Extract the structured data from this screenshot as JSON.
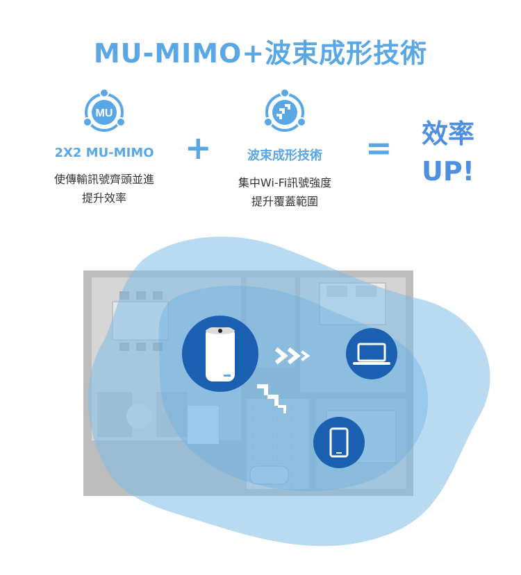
{
  "title": "MU-MIMO+波束成形技術",
  "features": [
    {
      "label": "2X2 MU-MIMO",
      "desc_line1": "使傳輸訊號齊頭並進",
      "desc_line2": "提升效率",
      "icon_text": "MU",
      "icon": "mu-mimo-icon"
    },
    {
      "label": "波束成形技術",
      "desc_line1": "集中Wi-Fi訊號強度",
      "desc_line2": "提升覆蓋範圍",
      "icon": "beamforming-icon"
    }
  ],
  "operators": {
    "plus": "+",
    "equals": "="
  },
  "result": {
    "line1": "效率",
    "line2": "UP!"
  },
  "colors": {
    "accent": "#5aa7e6",
    "result": "#4f8fe0",
    "coverage": "#7fbde8",
    "device_circle": "#1a5fb0"
  }
}
